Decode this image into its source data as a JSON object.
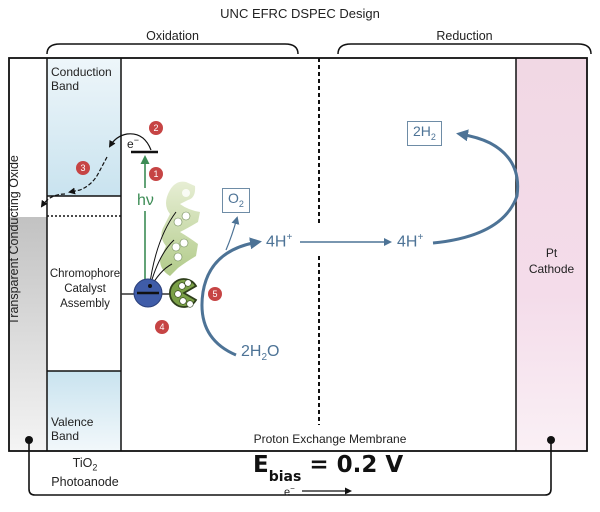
{
  "title": "UNC EFRC DSPEC Design",
  "sections": {
    "oxidation": "Oxidation",
    "reduction": "Reduction"
  },
  "photoanode": {
    "conduction_band": [
      "Conduction",
      "Band"
    ],
    "valence_band": [
      "Valence",
      "Band"
    ],
    "assembly": [
      "Chromophore",
      "Catalyst",
      "Assembly"
    ],
    "transparent_oxide": "Transparent Conducting Oxide",
    "material": "TiO",
    "material_sub": "2",
    "label": "Photoanode"
  },
  "cathode": {
    "metal": "Pt",
    "label": "Cathode"
  },
  "membrane": "Proton Exchange Membrane",
  "photon": "hν",
  "electron": "e",
  "electron_charge": "−",
  "species": {
    "o2": {
      "base": "O",
      "sub": "2"
    },
    "h2": {
      "base": "2H",
      "sub": "2"
    },
    "water": {
      "pre": "2H",
      "sub": "2",
      "post": "O"
    },
    "protons_left": {
      "base": "4H",
      "sup": "+"
    },
    "protons_right": {
      "base": "4H",
      "sup": "+"
    }
  },
  "bias": {
    "symbol": "E",
    "sub": "bias",
    "value": "= 0.2 V",
    "flow_label": "e",
    "flow_charge": "−"
  },
  "steps": [
    "1",
    "2",
    "3",
    "4",
    "5"
  ],
  "colors": {
    "step_badge": "#c64444",
    "chemistry_arrow": "#4d7396",
    "photon_arrow": "#3c8c55",
    "chromophore_blue": "#3f5ca8",
    "catalyst_green": "#7aa046",
    "cathode_fill": "#f3dbe8",
    "band_fill": "#d2e8f2",
    "tco_fill": "#c8c8c8"
  }
}
